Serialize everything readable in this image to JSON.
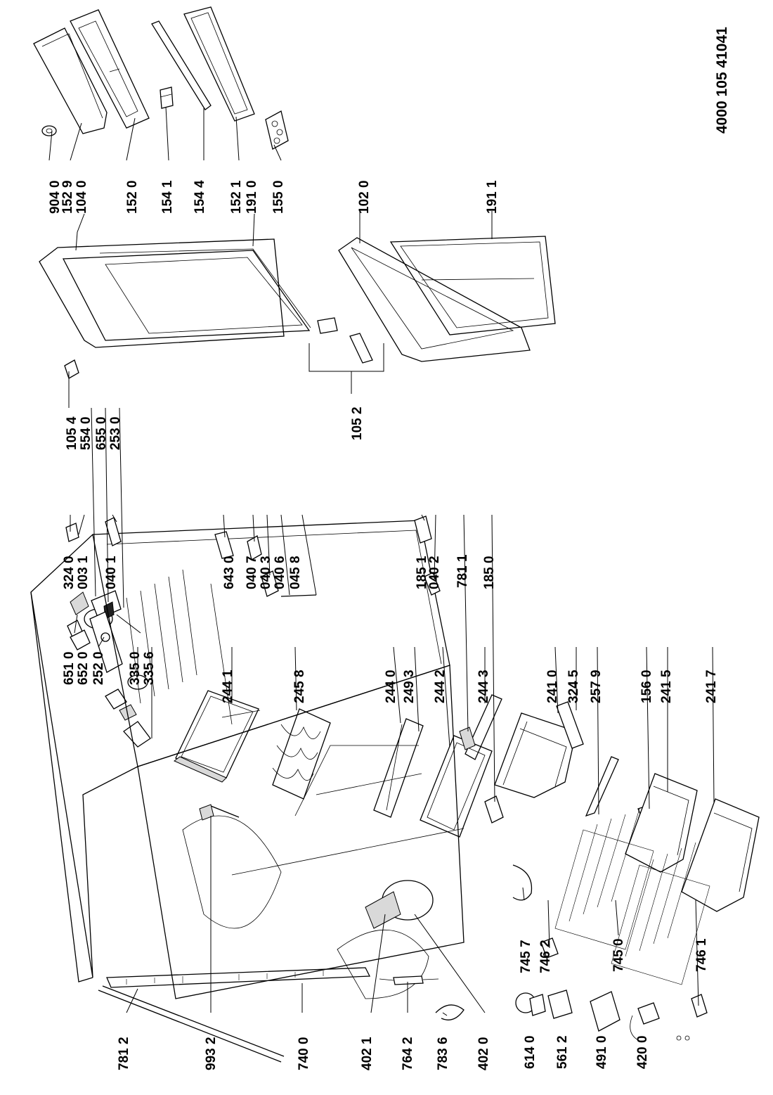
{
  "document_number": "4000 105 41041",
  "labels": [
    "904 0",
    "152 9",
    "104 0",
    "152 0",
    "154 1",
    "154 4",
    "152 1",
    "191 0",
    "155 0",
    "102 0",
    "191 1",
    "105 4",
    "554 0",
    "655 0",
    "253 0",
    "105 2",
    "651 0",
    "652 0",
    "252 0",
    "335 0",
    "335 6",
    "244 1",
    "245 8",
    "244 0",
    "249 3",
    "244 2",
    "244 3",
    "241 0",
    "324 5",
    "257 9",
    "156 0",
    "241 5",
    "241 7",
    "324 0",
    "003 1",
    "040 1",
    "643 0",
    "040 7",
    "040 3",
    "040 6",
    "045 8",
    "185 1",
    "040 2",
    "781 1",
    "185 0",
    "745 7",
    "746 2",
    "745 0",
    "746 1",
    "781 2",
    "993 2",
    "740 0",
    "402 1",
    "764 2",
    "783 6",
    "402 0",
    "614 0",
    "561 2",
    "491 0",
    "420 0"
  ]
}
